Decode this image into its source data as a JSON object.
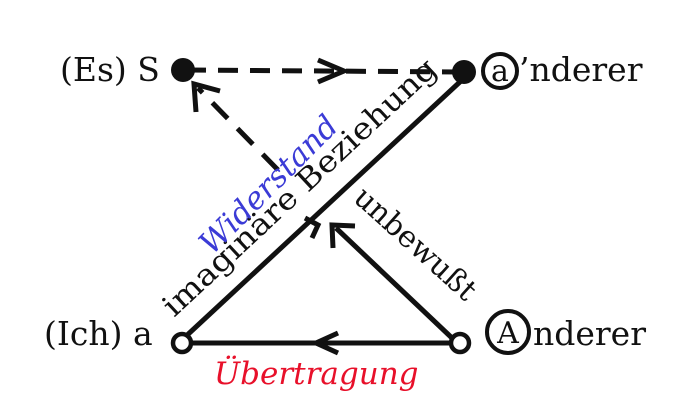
{
  "colors": {
    "ink": "#111111",
    "widerstand": "#3b3bd6",
    "uebertragung": "#e8102a",
    "background": "#ffffff"
  },
  "nodes": {
    "es_s": {
      "label": "(Es) S"
    },
    "a_other": {
      "letter": "a",
      "suffix": "’nderer"
    },
    "ich_a": {
      "label": "(Ich) a"
    },
    "A_other": {
      "letter": "A",
      "suffix": "nderer"
    }
  },
  "edges": {
    "imaginary": {
      "label": "imaginäre Beziehung"
    },
    "unconscious": {
      "label": "unbewußt"
    },
    "resistance": {
      "label": "Widerstand"
    },
    "transference": {
      "label": "Übertragung"
    }
  },
  "icons": {
    "filled_node": "filled-circle",
    "hollow_node": "hollow-circle",
    "arrowhead": "chevron-arrow"
  }
}
